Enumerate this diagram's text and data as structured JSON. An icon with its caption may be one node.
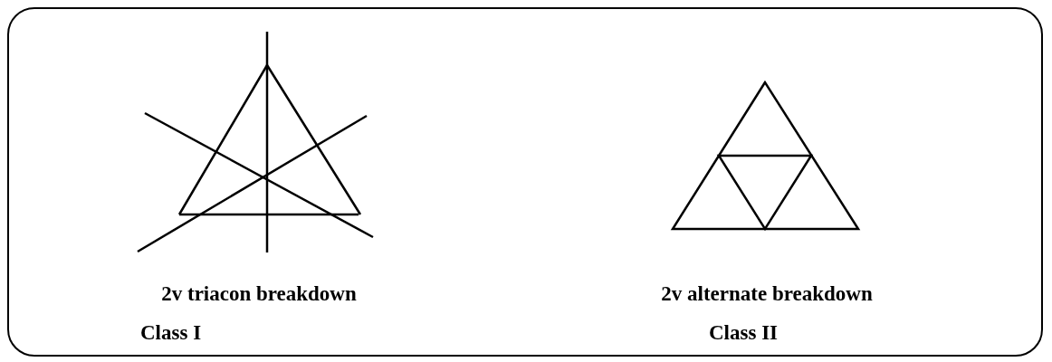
{
  "diagram": {
    "labels": [
      "2v triacon breakdown",
      "Class I",
      "2v alternate breakdown",
      "Class II"
    ]
  }
}
